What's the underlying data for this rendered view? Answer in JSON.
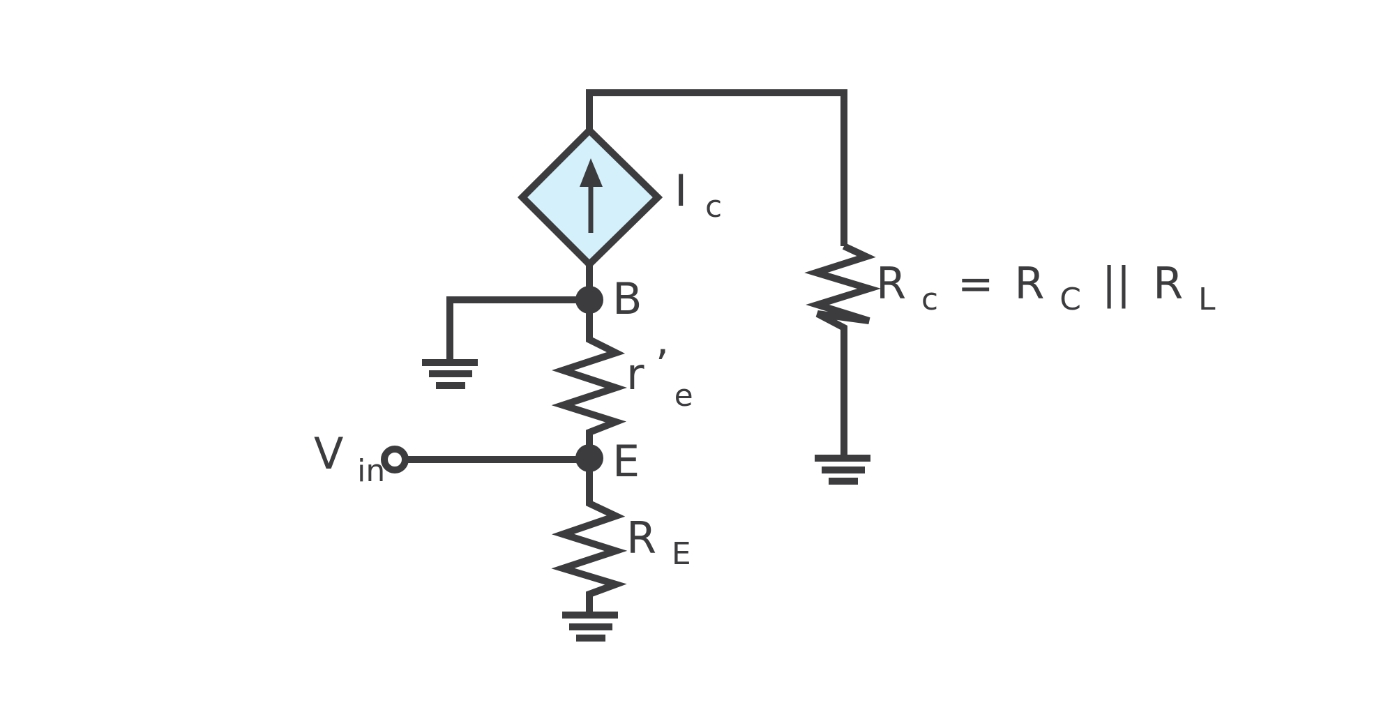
{
  "colors": {
    "stroke": "#3c3c3f",
    "source_fill": "#d3f0fb",
    "background": "#ffffff"
  },
  "labels": {
    "ic": {
      "main": "I",
      "sub": "c"
    },
    "rc": {
      "main": "R",
      "sub": "c",
      "eq": "=",
      "main2": "R",
      "sub2": "C",
      "par": "||",
      "main3": "R",
      "sub3": "L"
    },
    "base": "B",
    "re_prime": {
      "main": "r",
      "prime": "’",
      "sub": "e"
    },
    "emitter": "E",
    "vin": {
      "main": "V",
      "sub": "in"
    },
    "re": {
      "main": "R",
      "sub": "E"
    }
  }
}
